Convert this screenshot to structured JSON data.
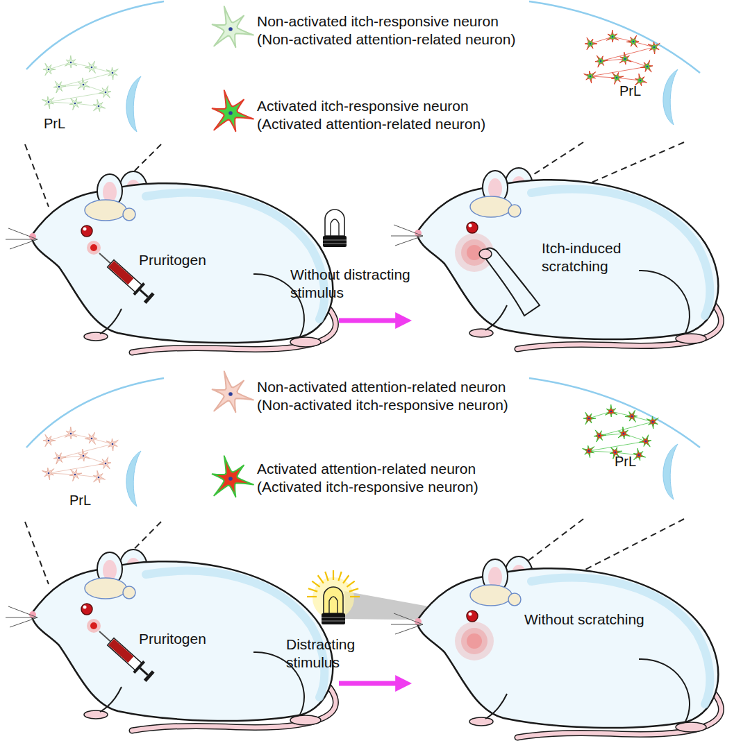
{
  "diagram": {
    "nodes": [
      {
        "text": [
          "Pruritogen"
        ]
      },
      {
        "text": [
          "Itch-induced scratching"
        ]
      },
      {
        "text": [
          "Pruritogen"
        ]
      },
      {
        "text": [
          "Without scratching"
        ]
      }
    ],
    "edges": [
      {
        "from": 0,
        "to": 1,
        "arrow": "to",
        "label": "Without distracting stimulus"
      },
      {
        "from": 2,
        "to": 3,
        "arrow": "to",
        "label": "Distracting stimulus"
      }
    ],
    "labels": [
      "PrL",
      "PrL",
      "PrL",
      "PrL"
    ],
    "legend": [
      {
        "text": "Non-activated itch-responsive neuron (Non-activated attention-related neuron)"
      },
      {
        "text": "Activated itch-responsive neuron (Activated attention-related neuron)"
      },
      {
        "text": "Non-activated attention-related neuron (Non-activated itch-responsive neuron)"
      },
      {
        "text": "Activated attention-related neuron (Activated itch-responsive neuron)"
      }
    ]
  }
}
